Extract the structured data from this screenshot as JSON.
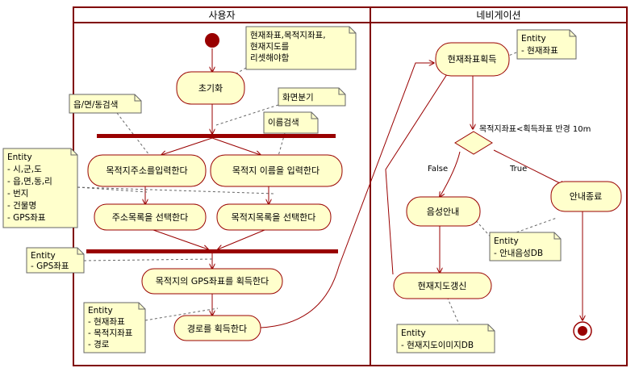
{
  "lanes": {
    "user": "사용자",
    "navigation": "네비게이션"
  },
  "actions": {
    "init": "초기화",
    "input_address": "목적지주소를입력한다",
    "input_name": "목적지 이름을 입력한다",
    "select_address": "주소목록을 선택한다",
    "select_dest": "목적지목록을 선택한다",
    "get_gps": "목적지의 GPS좌표를 획득한다",
    "get_route": "경로를 획득한다",
    "get_current": "현재좌표획득",
    "voice_guide": "음성안내",
    "end_guide": "안내종료",
    "update_map": "현재지도갱신"
  },
  "notes": {
    "reset": [
      "현재좌표,목적지좌표,",
      "현재지도를",
      "리셋해야함"
    ],
    "town_search": "읍/면/동검색",
    "screen_branch": "화면분기",
    "name_search": "이름검색",
    "entity_address": [
      "Entity",
      "- 시,군,도",
      "- 읍,면,동,리",
      "- 번지",
      "- 건물명",
      "- GPS좌표"
    ],
    "entity_gps": [
      "Entity",
      "- GPS좌표"
    ],
    "entity_route": [
      "Entity",
      "- 현재좌표",
      "- 목적지좌표",
      "- 경로"
    ],
    "entity_current": [
      "Entity",
      "- 현재좌표"
    ],
    "entity_voice": [
      "Entity",
      "- 안내음성DB"
    ],
    "entity_map": [
      "Entity",
      "- 현재지도이미지DB"
    ]
  },
  "guards": {
    "condition": "목적지좌표<획득좌표 반경 10m",
    "false": "False",
    "true": "True"
  },
  "colors": {
    "lane_border": "#800000",
    "node_fill": "#ffffcc",
    "node_stroke": "#990000",
    "bar": "#990000",
    "note_fill": "#ffffcc"
  }
}
